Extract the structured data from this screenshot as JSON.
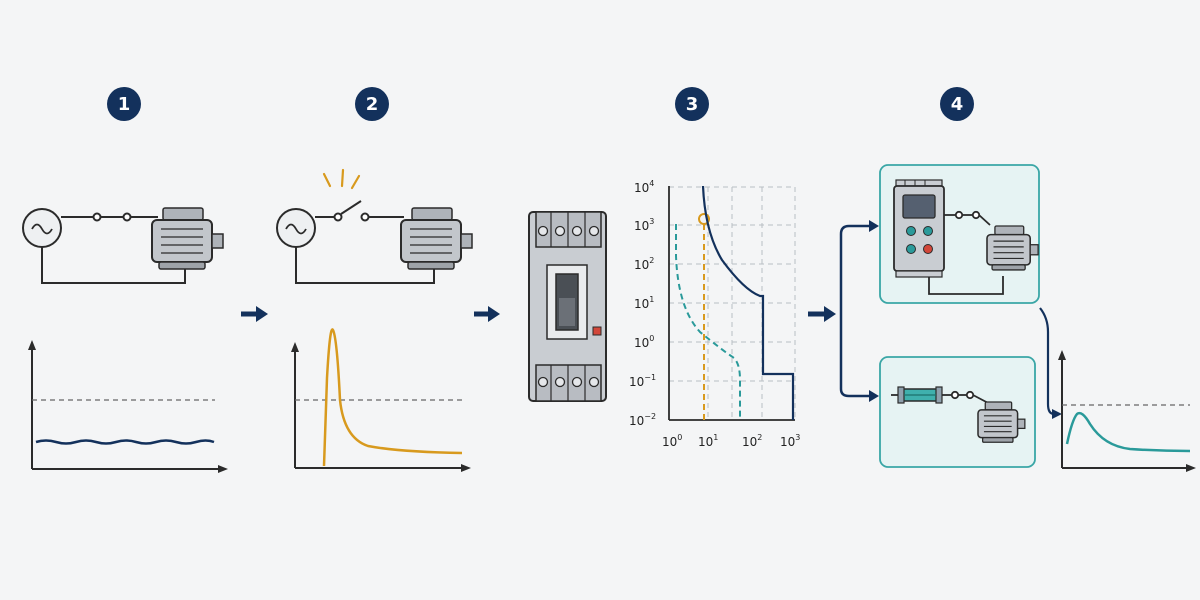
{
  "colors": {
    "background": "#f4f5f6",
    "navy": "#13315c",
    "line": "#2b2b2b",
    "orange": "#d89a1e",
    "teal": "#2a9a9a",
    "panel_fill": "#e6f3f3",
    "panel_border": "#3aa6a6",
    "device_gray": "#c9cdd2",
    "grid": "#b9bec4",
    "red": "#d2473a"
  },
  "steps": [
    {
      "number": "1"
    },
    {
      "number": "2"
    },
    {
      "number": "3"
    },
    {
      "number": "4"
    }
  ],
  "trip_chart": {
    "x_ticks": [
      {
        "base": "10",
        "exp": "0"
      },
      {
        "base": "10",
        "exp": "1"
      },
      {
        "base": "10",
        "exp": "2"
      },
      {
        "base": "10",
        "exp": "3"
      }
    ],
    "y_ticks": [
      {
        "base": "10",
        "exp": "4"
      },
      {
        "base": "10",
        "exp": "3"
      },
      {
        "base": "10",
        "exp": "2"
      },
      {
        "base": "10",
        "exp": "1"
      },
      {
        "base": "10",
        "exp": "0"
      },
      {
        "base": "10",
        "exp": "−1"
      },
      {
        "base": "10",
        "exp": "−2"
      }
    ]
  }
}
